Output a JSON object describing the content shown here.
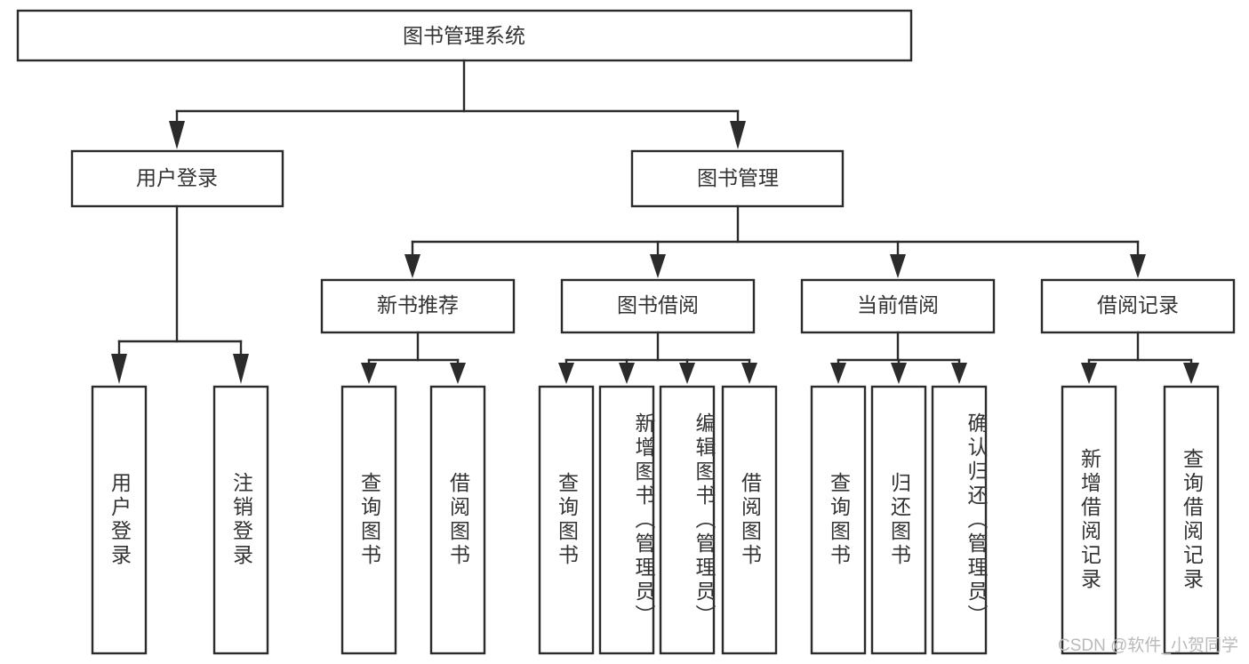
{
  "diagram": {
    "title": "图书管理系统",
    "type": "tree-hierarchy-chart",
    "root": {
      "label": "图书管理系统"
    },
    "level2": [
      {
        "label": "用户登录"
      },
      {
        "label": "图书管理"
      }
    ],
    "level3": [
      {
        "label": "新书推荐"
      },
      {
        "label": "图书借阅"
      },
      {
        "label": "当前借阅"
      },
      {
        "label": "借阅记录"
      }
    ],
    "leaves": {
      "user_login": [
        {
          "label": "用户登录"
        },
        {
          "label": "注销登录"
        }
      ],
      "new_book_recommend": [
        {
          "label": "查询图书"
        },
        {
          "label": "借阅图书"
        }
      ],
      "book_borrow": [
        {
          "label": "查询图书"
        },
        {
          "label": "新增图书（管理员）"
        },
        {
          "label": "编辑图书（管理员）"
        },
        {
          "label": "借阅图书"
        }
      ],
      "current_borrow": [
        {
          "label": "查询图书"
        },
        {
          "label": "归还图书"
        },
        {
          "label": "确认归还（管理员）"
        }
      ],
      "borrow_record": [
        {
          "label": "新增借阅记录"
        },
        {
          "label": "查询借阅记录"
        }
      ]
    }
  },
  "watermark": {
    "text": "CSDN @软件_小贺同学"
  },
  "colors": {
    "background": "#ffffff",
    "box_stroke": "#2b2b2b",
    "box_fill": "#ffffff",
    "text": "#333333",
    "watermark": "#b9b9b9"
  }
}
